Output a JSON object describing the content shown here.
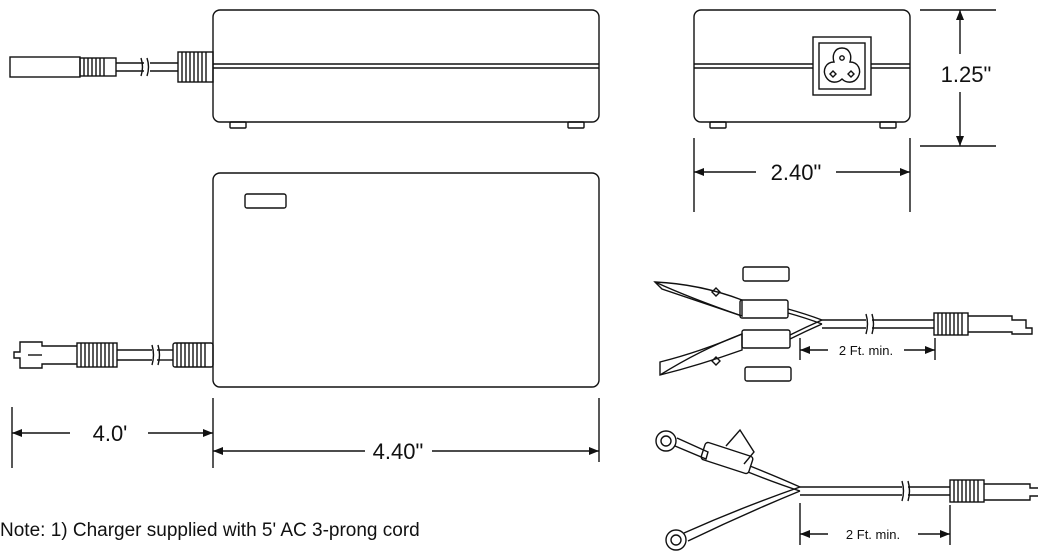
{
  "dimensions": {
    "height": "1.25\"",
    "depth": "2.40\"",
    "cord_length": "4.0'",
    "length": "4.40\"",
    "clip_lead": "2 Ft. min.",
    "ring_lead": "2 Ft. min."
  },
  "note": "Note: 1) Charger supplied with 5' AC 3-prong cord"
}
